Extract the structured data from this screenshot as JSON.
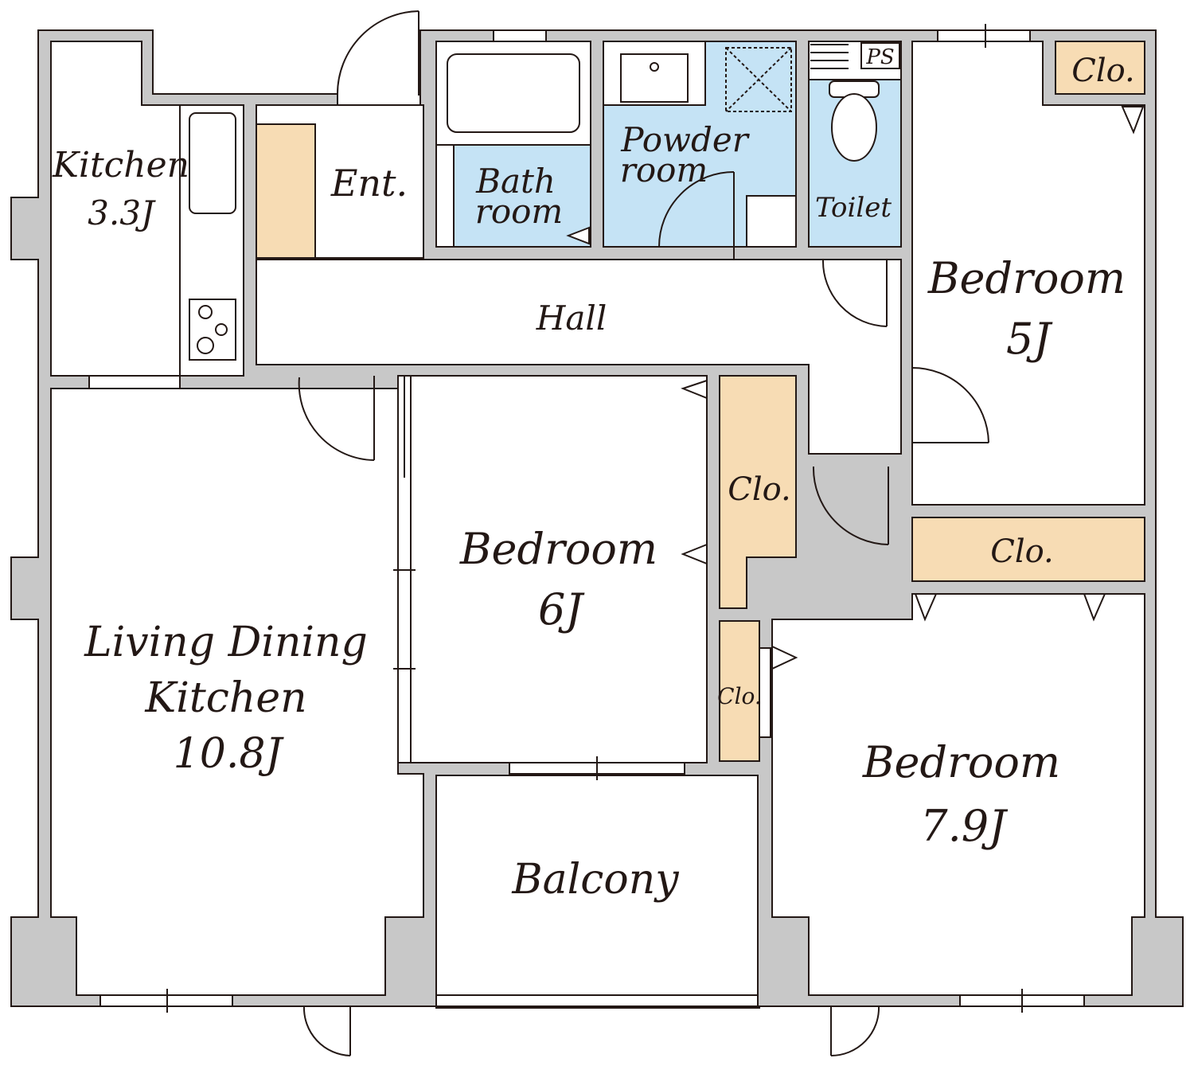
{
  "colors": {
    "wall": "#c8c8c8",
    "outline": "#231815",
    "wet_area": "#c5e3f5",
    "closet": "#f7dcb4",
    "floor": "#ffffff"
  },
  "rooms": {
    "kitchen": {
      "name": "Kitchen",
      "size": "3.3J"
    },
    "entrance": {
      "name": "Ent."
    },
    "bathroom": {
      "line1": "Bath",
      "line2": "room"
    },
    "powder_room": {
      "line1": "Powder",
      "line2": "room"
    },
    "toilet": {
      "name": "Toilet"
    },
    "pipe_space": {
      "name": "PS"
    },
    "hall": {
      "name": "Hall"
    },
    "ldk": {
      "line1": "Living Dining",
      "line2": "Kitchen",
      "size": "10.8J"
    },
    "bedroom_center": {
      "name": "Bedroom",
      "size": "6J"
    },
    "bedroom_upper_right": {
      "name": "Bedroom",
      "size": "5J"
    },
    "bedroom_lower_right": {
      "name": "Bedroom",
      "size": "7.9J"
    },
    "balcony": {
      "name": "Balcony"
    }
  },
  "closets": {
    "top_right": "Clo.",
    "center": "Clo.",
    "right_mid": "Clo.",
    "small": "Clo."
  },
  "icons": [
    "bathtub-icon",
    "toilet-icon",
    "stove-icon",
    "sink-icon",
    "washing-machine-icon",
    "door-swing-icon",
    "window-icon"
  ]
}
